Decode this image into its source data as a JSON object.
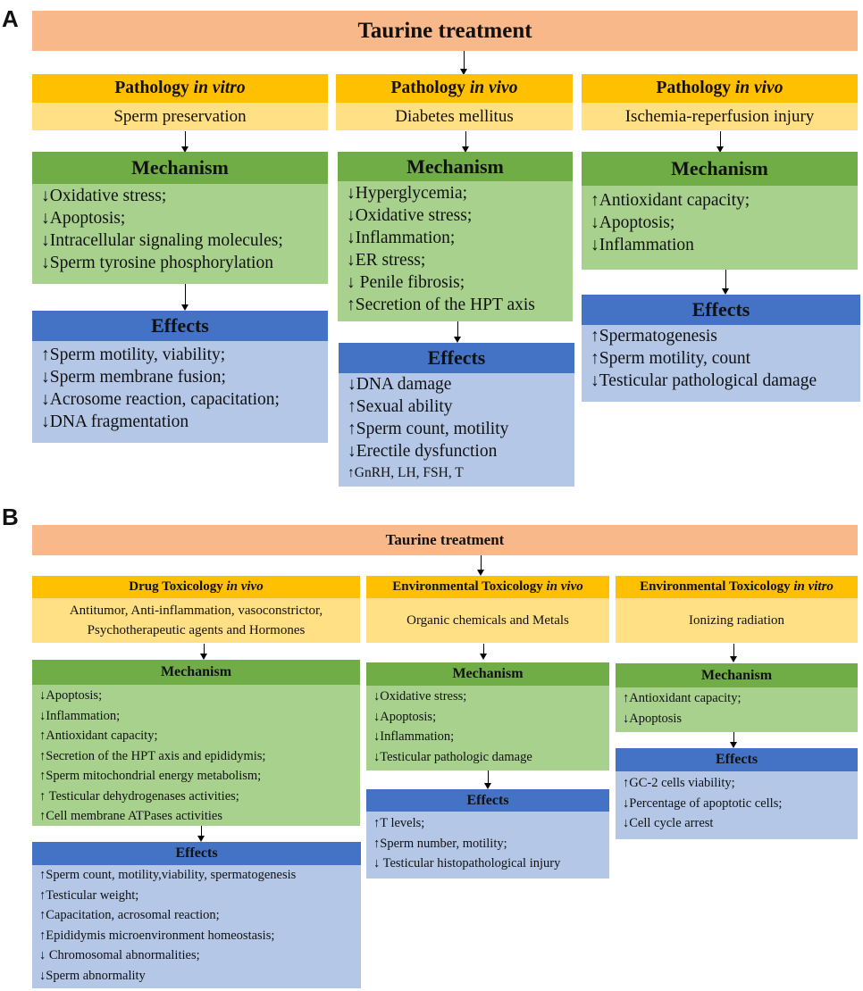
{
  "panel_a": {
    "letter": "A",
    "banner": "Taurine treatment",
    "columns": [
      {
        "pathology_prefix": "Pathology ",
        "pathology_em": "in vitro",
        "condition": "Sperm preservation",
        "mechanism_title": "Mechanism",
        "mechanism_items": [
          "↓Oxidative stress;",
          "↓Apoptosis;",
          "↓Intracellular signaling molecules;",
          "↓Sperm tyrosine phosphorylation"
        ],
        "effects_title": "Effects",
        "effects_items": [
          "↑Sperm motility, viability;",
          "↓Sperm membrane fusion;",
          "↓Acrosome reaction, capacitation;",
          "↓DNA fragmentation"
        ]
      },
      {
        "pathology_prefix": "Pathology ",
        "pathology_em": "in vivo",
        "condition": "Diabetes mellitus",
        "mechanism_title": "Mechanism",
        "mechanism_items": [
          "↓Hyperglycemia;",
          "↓Oxidative stress;",
          "↓Inflammation;",
          "↓ER stress;",
          "↓ Penile fibrosis;",
          "↑Secretion of the HPT axis"
        ],
        "effects_title": "Effects",
        "effects_items": [
          "↓DNA damage",
          "↑Sexual ability",
          "↑Sperm count, motility",
          "↓Erectile dysfunction",
          "↑GnRH, LH, FSH, T"
        ]
      },
      {
        "pathology_prefix": "Pathology ",
        "pathology_em": "in vivo",
        "condition": "Ischemia-reperfusion injury",
        "mechanism_title": "Mechanism",
        "mechanism_items": [
          "↑Antioxidant capacity;",
          "↓Apoptosis;",
          "↓Inflammation"
        ],
        "effects_title": "Effects",
        "effects_items": [
          "↑Spermatogenesis",
          "↑Sperm motility, count",
          "↓Testicular pathological damage"
        ]
      }
    ]
  },
  "panel_b": {
    "letter": "B",
    "banner": "Taurine treatment",
    "columns": [
      {
        "pathology_prefix": "Drug Toxicology ",
        "pathology_em": "in vivo",
        "condition_lines": [
          "Antitumor, Anti-inflammation, vasoconstrictor,",
          "Psychotherapeutic agents and Hormones"
        ],
        "mechanism_title": "Mechanism",
        "mechanism_items": [
          "↓Apoptosis;",
          "↓Inflammation;",
          "↑Antioxidant capacity;",
          "↑Secretion of the HPT axis and epididymis;",
          "↑Sperm mitochondrial energy metabolism;",
          "↑ Testicular dehydrogenases activities;",
          "↑Cell membrane ATPases activities"
        ],
        "effects_title": "Effects",
        "effects_items": [
          "↑Sperm count, motility,viability, spermatogenesis",
          "↑Testicular weight;",
          "↑Capacitation, acrosomal reaction;",
          "↑Epididymis microenvironment homeostasis;",
          "↓ Chromosomal abnormalities;",
          "↓Sperm abnormality"
        ]
      },
      {
        "pathology_prefix": "Environmental Toxicology ",
        "pathology_em": "in vivo",
        "condition_lines": [
          "Organic chemicals and Metals"
        ],
        "mechanism_title": "Mechanism",
        "mechanism_items": [
          "↓Oxidative stress;",
          "↓Apoptosis;",
          "↓Inflammation;",
          "↓Testicular pathologic damage"
        ],
        "effects_title": "Effects",
        "effects_items": [
          "↑T levels;",
          "↑Sperm number, motility;",
          "↓ Testicular histopathological injury"
        ]
      },
      {
        "pathology_prefix": "Environmental Toxicology ",
        "pathology_em": "in vitro",
        "condition_lines": [
          "Ionizing radiation"
        ],
        "mechanism_title": "Mechanism",
        "mechanism_items": [
          "↑Antioxidant capacity;",
          "↓Apoptosis"
        ],
        "effects_title": "Effects",
        "effects_items": [
          "↑GC-2 cells viability;",
          "↓Percentage of apoptotic cells;",
          "↓Cell cycle arrest"
        ]
      }
    ]
  }
}
